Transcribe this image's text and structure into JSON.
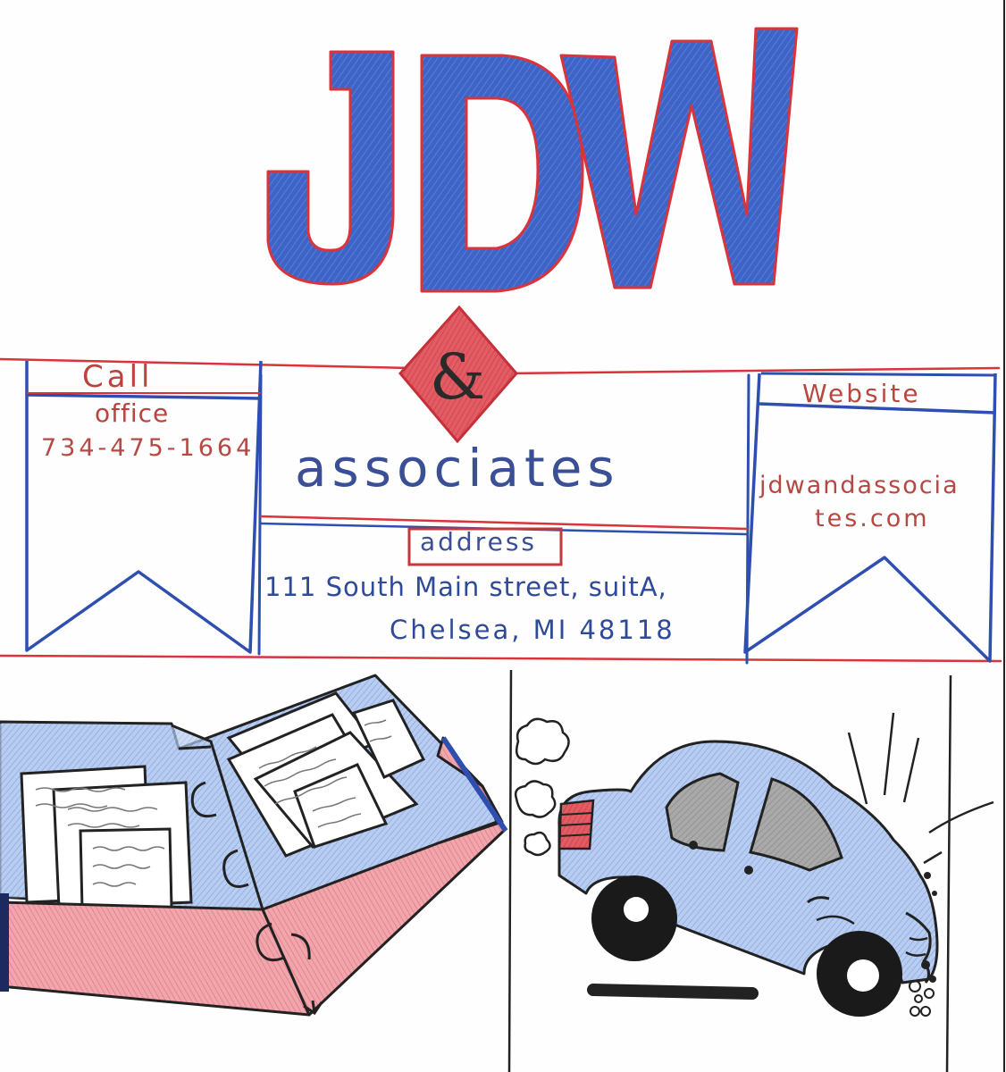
{
  "logo": {
    "text": "JDW",
    "ampersand_glyph": "&"
  },
  "call_panel": {
    "heading": "Call",
    "sub_heading": "office",
    "phone": "734-475-1664"
  },
  "center_panel": {
    "company_word": "associates",
    "address_heading": "address",
    "address_line_1": "111 South Main street, suitA,",
    "address_line_2": "Chelsea, MI 48118"
  },
  "website_panel": {
    "heading": "Website",
    "url_line_1": "jdwandassocia",
    "url_line_2": "tes.com"
  },
  "illustrations": {
    "left": "file-box-icon",
    "right": "crashed-car-icon"
  },
  "colors": {
    "blue": "#3b62c4",
    "red": "#d9333b",
    "pink": "#e8868f",
    "light_blue": "#a9c3ec",
    "ink": "#1f1f1f",
    "text_red": "#b9443f",
    "text_blue": "#2f4a98"
  }
}
